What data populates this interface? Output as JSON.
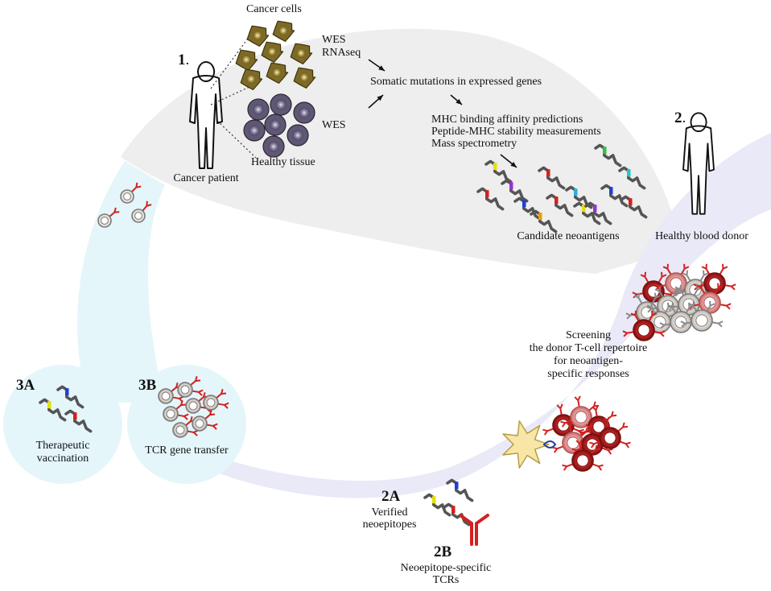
{
  "step1": {
    "number": "1",
    "number_suffix": ".",
    "patient_label": "Cancer patient"
  },
  "tissue": {
    "cancer_cells": "Cancer cells",
    "healthy_tissue": "Healthy tissue"
  },
  "sequencing": {
    "tumor_methods": [
      "WES",
      "RNAseq"
    ],
    "normal_method": "WES"
  },
  "pipeline": {
    "somatic": "Somatic mutations in expressed genes",
    "predictions": [
      "MHC binding affinity predictions",
      "Peptide-MHC stability measurements",
      "Mass spectrometry"
    ],
    "candidates": "Candidate neoantigens"
  },
  "step2": {
    "number": "2",
    "number_suffix": ".",
    "donor_label": "Healthy blood donor"
  },
  "screening": [
    "Screening",
    "the donor T-cell repertoire",
    "for neoantigen-",
    "specific responses"
  ],
  "step2a": {
    "number": "2A",
    "label": [
      "Verified",
      "neoepitopes"
    ]
  },
  "step2b": {
    "number": "2B",
    "label": [
      "Neoepitope-specific",
      "TCRs"
    ]
  },
  "step3a": {
    "number": "3A",
    "label": [
      "Therapeutic",
      "vaccination"
    ]
  },
  "step3b": {
    "number": "3B",
    "label": [
      "TCR gene transfer"
    ]
  },
  "colors": {
    "gray_band": "#eeeeee",
    "lavender_band": "#e9e9f7",
    "cyan_band": "#e4f6fa",
    "cancer_cell": "#7d6a26",
    "healthy_cell": "#5f5773",
    "tcell_ring": "#8a8a8a",
    "receptor_red": "#d42020",
    "dark_red": "#b81a1a",
    "pink": "#eb8c8c",
    "dendritic": "#f7e6a6"
  }
}
